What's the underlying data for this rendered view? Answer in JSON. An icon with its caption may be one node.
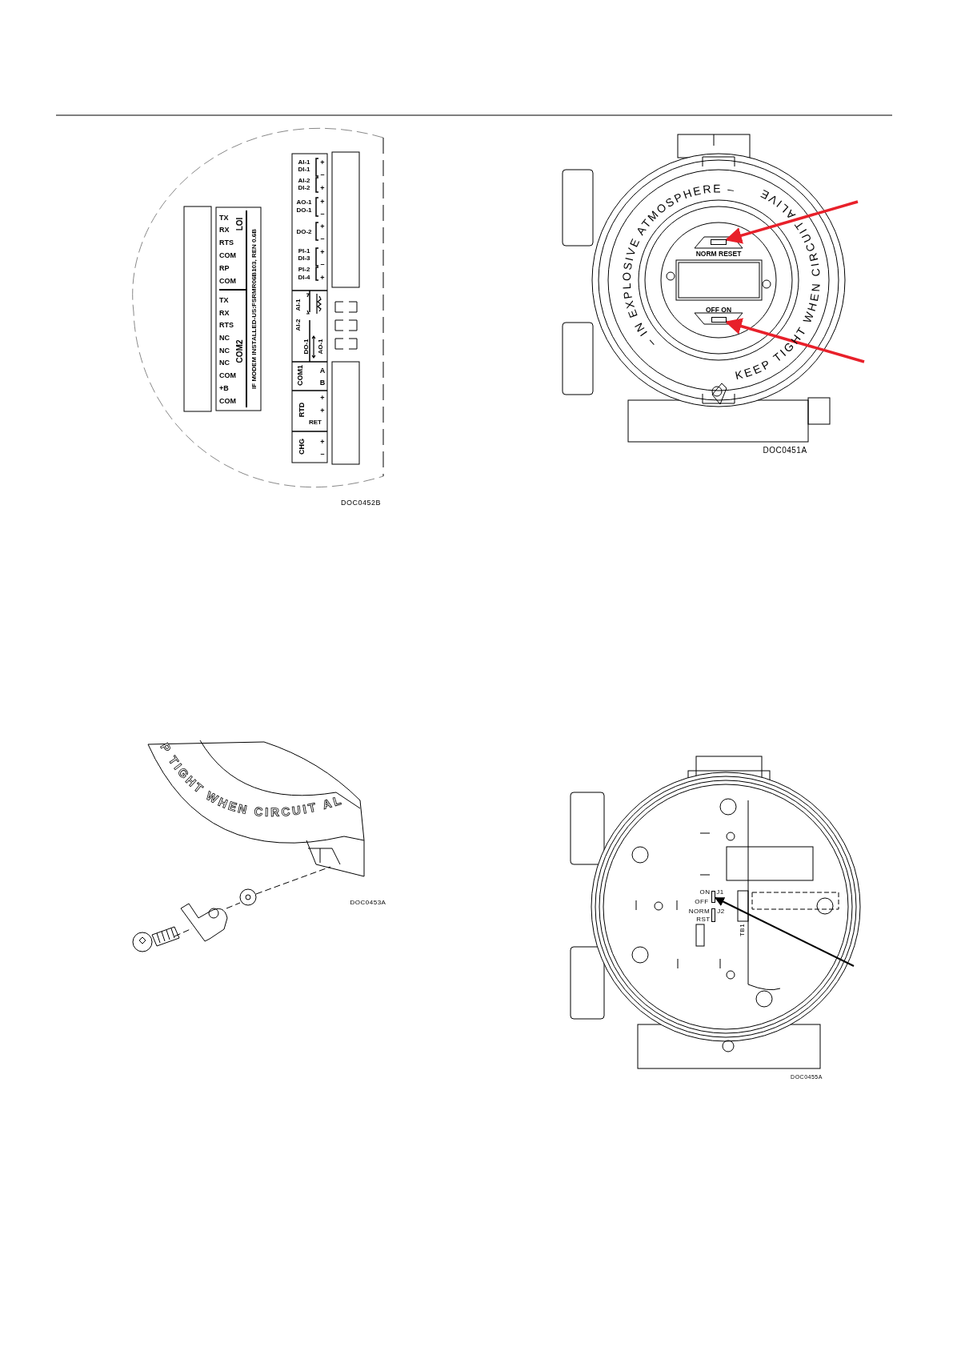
{
  "diagram": {
    "nodes": [
      {
        "text": [],
        "shape": "box",
        "beside": [
          "NORM RESET"
        ]
      },
      {
        "text": [],
        "shape": "box",
        "beside": [
          "OFF ON"
        ]
      },
      {
        "text": [],
        "shape": "box",
        "beside": [
          "ON",
          "J1",
          "OFF"
        ]
      },
      {
        "text": [],
        "shape": "box",
        "beside": [
          "NORM",
          "J2",
          "RST"
        ]
      }
    ],
    "edges": [
      {
        "from": null,
        "to": 0,
        "arrow": "to",
        "color": "#e8202a"
      },
      {
        "from": null,
        "to": 1,
        "arrow": "to",
        "color": "#e8202a"
      },
      {
        "from": null,
        "to": 2,
        "arrow": "to",
        "color": "#000000"
      }
    ],
    "labels": [
      "TX",
      "RX",
      "RTS",
      "COM",
      "RP",
      "COM",
      "TX",
      "RX",
      "RTS",
      "NC",
      "NC",
      "NC",
      "COM",
      "+B",
      "COM",
      "LOI",
      "COM2",
      "IF MODEM INSTALLED-US:FSRMR06B103, REN 0.6B",
      "AI-1",
      "DI-1",
      "AI-2",
      "DI-2",
      "AO-1",
      "DO-1",
      "DO-2",
      "PI-1",
      "DI-3",
      "PI-2",
      "DI-4",
      "+",
      "–",
      "+",
      "+",
      "–",
      "+",
      "–",
      "+",
      "–",
      "+",
      "AI-2",
      "AI-1",
      "DO-1",
      "AO-1",
      "COM1",
      "A",
      "B",
      "RTD",
      "+",
      "+",
      "RET",
      "CHG",
      "+",
      "–",
      "DOC0452B",
      "– IN EXPLOSIVE ATMOSPHERE –",
      "KEEP TIGHT WHEN CIRCUIT ALIVE",
      "DOC0451A",
      "P TIGHT WHEN CIRCUIT AL",
      "DOC0453A",
      "TB1",
      "DOC0455A"
    ]
  }
}
